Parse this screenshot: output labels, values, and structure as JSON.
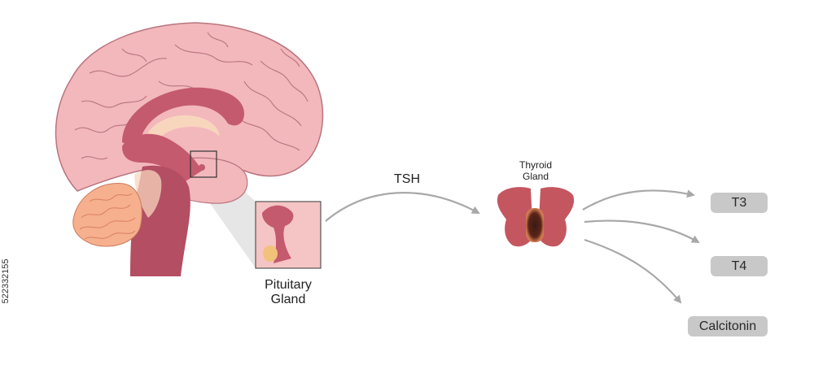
{
  "labels": {
    "pituitary_line1": "Pituitary",
    "pituitary_line2": "Gland",
    "tsh": "TSH",
    "thyroid_line1": "Thyroid",
    "thyroid_line2": "Gland"
  },
  "outputs": [
    "T3",
    "T4",
    "Calcitonin"
  ],
  "side_id": "522332155",
  "colors": {
    "cortex": "#f2b8bc",
    "cortex_line": "#b9747e",
    "deep": "#c45a6d",
    "cerebellum": "#f6b08e",
    "pale": "#f8d6bd",
    "thyroid": "#c45660",
    "arrow": "#a8a8a8",
    "pill": "#c8c8c8",
    "zoom_box": "#e2e2e2"
  },
  "icons": {
    "brain": "brain-icon",
    "pituitary": "pituitary-zoom-icon",
    "thyroid": "thyroid-icon"
  }
}
